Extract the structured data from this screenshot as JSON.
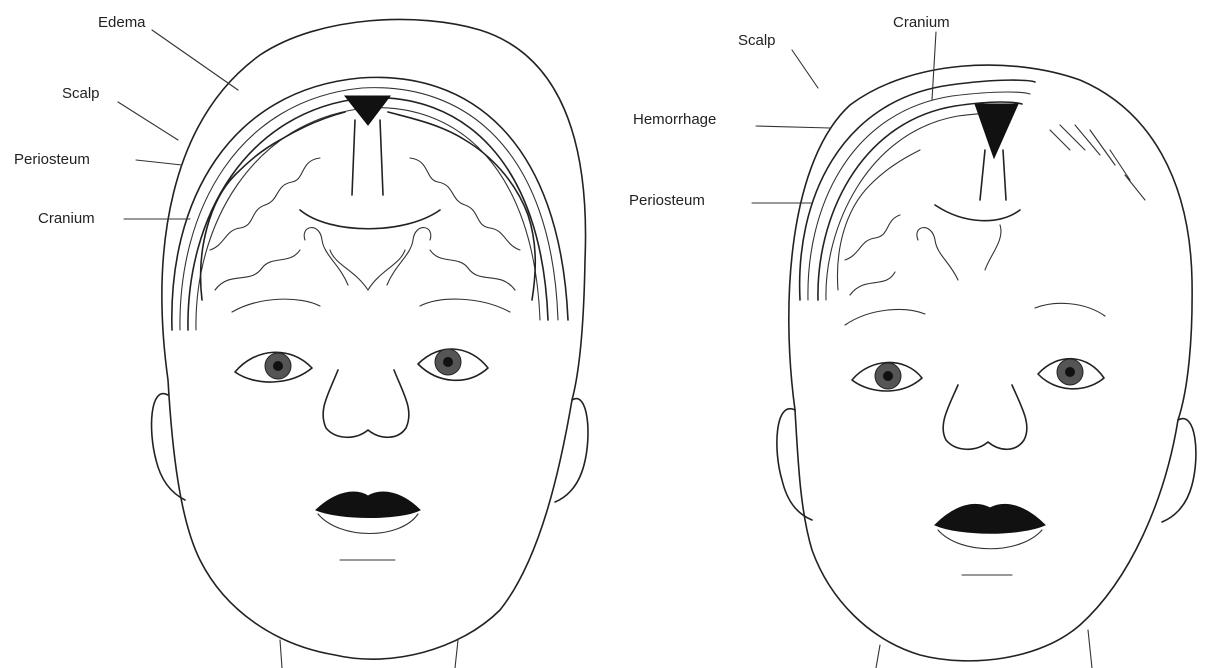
{
  "left_figure": {
    "labels": {
      "edema": "Edema",
      "scalp": "Scalp",
      "periosteum": "Periosteum",
      "cranium": "Cranium"
    }
  },
  "right_figure": {
    "labels": {
      "scalp": "Scalp",
      "cranium": "Cranium",
      "hemorrhage": "Hemorrhage",
      "periosteum": "Periosteum"
    }
  }
}
